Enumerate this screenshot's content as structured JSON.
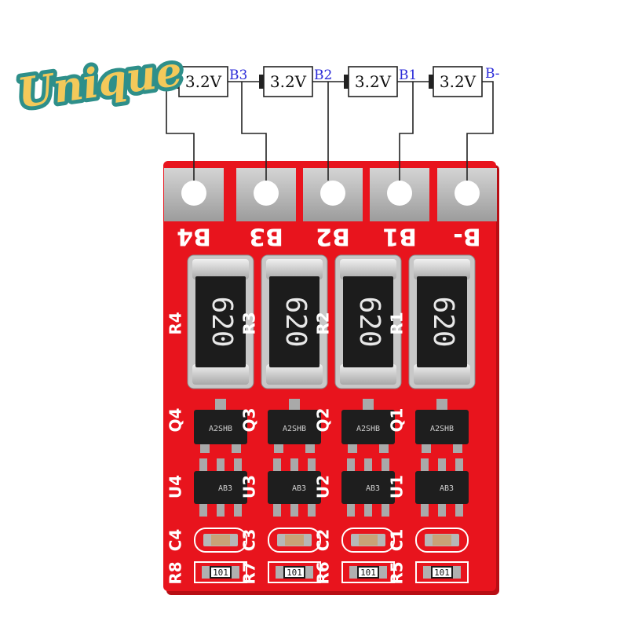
{
  "logo": {
    "text": "Unique"
  },
  "cells": [
    {
      "voltage": "3.2V",
      "left_node": "B4"
    },
    {
      "voltage": "3.2V",
      "left_node": "B3"
    },
    {
      "voltage": "3.2V",
      "left_node": "B2"
    },
    {
      "voltage": "3.2V",
      "left_node": "B1"
    }
  ],
  "end_node": "B-",
  "pads": [
    "B4",
    "B3",
    "B2",
    "B1",
    "B-"
  ],
  "channels": [
    {
      "resistor": "R4",
      "code": "620",
      "mosfet": "Q4",
      "mosfet_marking": "A2SHB",
      "ic": "U4",
      "ic_marking": "AB3",
      "cap": "C4",
      "res_small": "R8",
      "res_small_code": "101"
    },
    {
      "resistor": "R3",
      "code": "620",
      "mosfet": "Q3",
      "mosfet_marking": "A2SHB",
      "ic": "U3",
      "ic_marking": "AB3",
      "cap": "C3",
      "res_small": "R7",
      "res_small_code": "101"
    },
    {
      "resistor": "R2",
      "code": "620",
      "mosfet": "Q2",
      "mosfet_marking": "A2SHB",
      "ic": "U2",
      "ic_marking": "AB3",
      "cap": "C2",
      "res_small": "R6",
      "res_small_code": "101"
    },
    {
      "resistor": "R1",
      "code": "620",
      "mosfet": "Q1",
      "mosfet_marking": "A2SHB",
      "ic": "U1",
      "ic_marking": "AB3",
      "cap": "C1",
      "res_small": "R5",
      "res_small_code": "101"
    }
  ],
  "colors": {
    "board": "#e8141d",
    "board_shadow": "#b80e14",
    "pad": "#b9b9b9",
    "wire": "#222222",
    "node_label": "#2a2ad8",
    "logo_fill": "#f3c95a",
    "logo_outline": "#2e8f8a"
  }
}
